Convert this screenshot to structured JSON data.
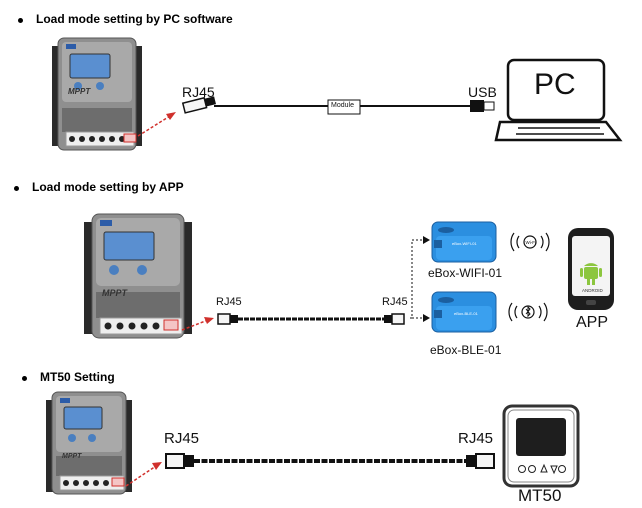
{
  "sections": [
    {
      "heading": "Load mode setting by PC software",
      "controller_label": "MPPT",
      "left_connector": "RJ45",
      "cable_module": "Module",
      "right_connector": "USB",
      "target": "PC"
    },
    {
      "heading": "Load mode setting by APP",
      "controller_label": "MPPT",
      "left_connector": "RJ45",
      "right_connector": "RJ45",
      "wifi_box_logo": "eBox-WIFI-01",
      "wifi_box": "eBox-WIFI-01",
      "wifi_signal": "Wi-Fi",
      "ble_box_logo": "eBox-BLE-01",
      "ble_box": "eBox-BLE-01",
      "phone_brand": "ANDROID",
      "target": "APP"
    },
    {
      "heading": "MT50 Setting",
      "controller_label": "MPPT",
      "left_connector": "RJ45",
      "right_connector": "RJ45",
      "target": "MT50"
    }
  ],
  "colors": {
    "cable": "#111111",
    "controller_body": "#8c8c8c",
    "controller_screen": "#5a8fd0",
    "pointer_arrow": "#d0302c",
    "ebox_blue": "#2b8fe0"
  },
  "icons": [
    "computer-icon",
    "android-phone-icon",
    "wifi-icon",
    "bluetooth-icon",
    "mt50-remote-meter-icon",
    "solar-controller-icon"
  ]
}
